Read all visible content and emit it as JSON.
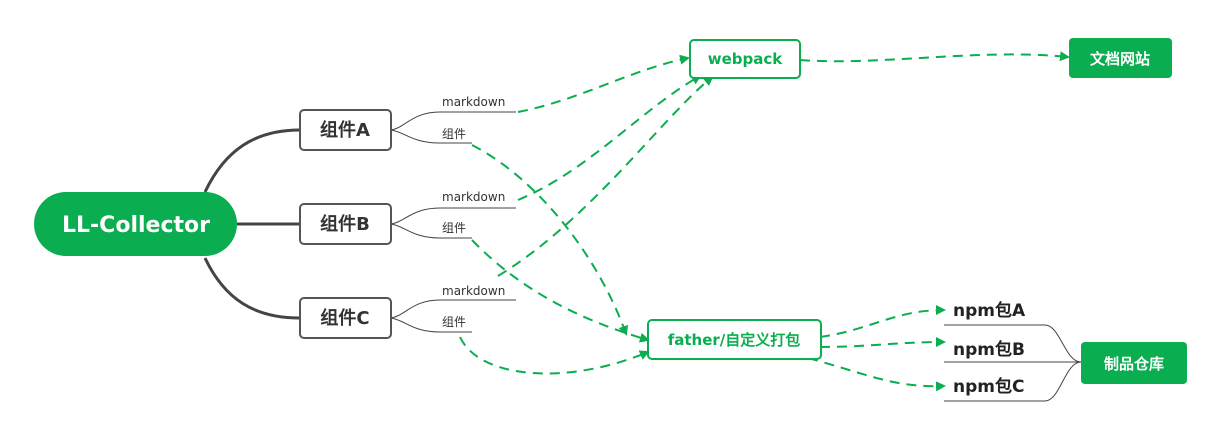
{
  "root": {
    "label": "LL-Collector"
  },
  "components": [
    {
      "label": "组件A",
      "branches": [
        "markdown",
        "组件"
      ]
    },
    {
      "label": "组件B",
      "branches": [
        "markdown",
        "组件"
      ]
    },
    {
      "label": "组件C",
      "branches": [
        "markdown",
        "组件"
      ]
    }
  ],
  "webpack": {
    "label": "webpack"
  },
  "docsite": {
    "label": "文档网站"
  },
  "father": {
    "label": "father/自定义打包"
  },
  "packages": [
    "npm包A",
    "npm包B",
    "npm包C"
  ],
  "repo": {
    "label": "制品仓库"
  },
  "colors": {
    "green": "#0aad4f",
    "dark": "#333333",
    "branch_line": "#444444",
    "dash": "#0aad4f"
  }
}
